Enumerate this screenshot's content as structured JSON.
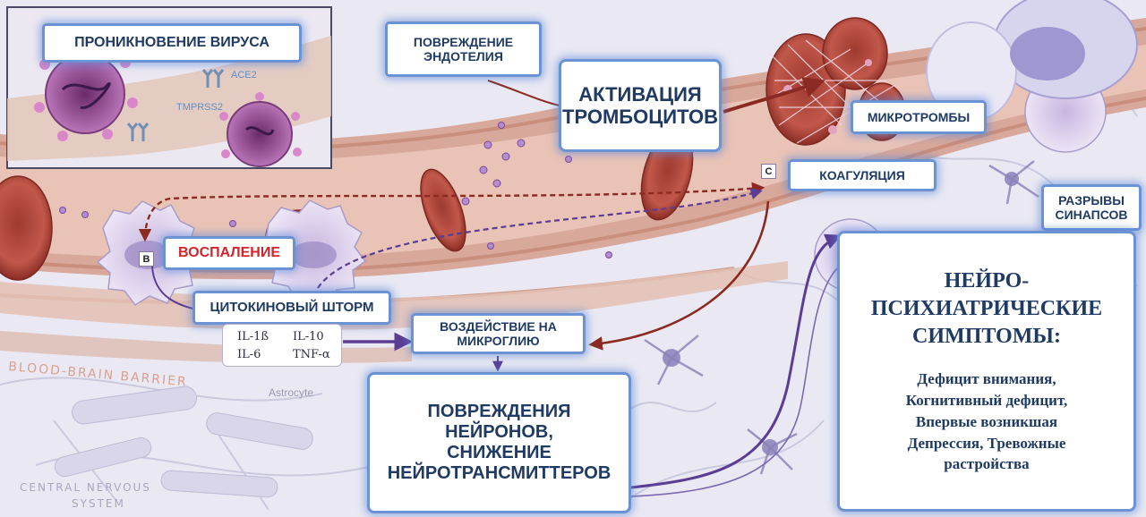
{
  "labels": {
    "virus_entry": "ПРОНИКНОВЕНИЕ ВИРУСА",
    "endothelial_damage": "ПОВРЕЖДЕНИЕ\nЭНДОТЕЛИЯ",
    "platelet_activation": "АКТИВАЦИЯ\nТРОМБОЦИТОВ",
    "microthrombi": "МИКРОТРОМБЫ",
    "coagulation": "КОАГУЛЯЦИЯ",
    "synapse_breaks": "РАЗРЫВЫ\nСИНАПСОВ",
    "inflammation": "ВОСПАЛЕНИЕ",
    "cytokine_storm": "ЦИТОКИНОВЫЙ ШТОРМ",
    "microglia_effect": "ВОЗДЕЙСТВИЕ НА\nМИКРОГЛИЮ",
    "neuron_damage": "ПОВРЕЖДЕНИЯ\nНЕЙРОНОВ,\nСНИЖЕНИЕ\nНЕЙРОТРАНСМИТТЕРОВ"
  },
  "symptoms": {
    "title": "НЕЙРО-\nПСИХИАТРИЧЕСКИЕ\nСИМПТОМЫ:",
    "list": "Дефицит внимания,\nКогнитивный дефицит,\nВпервые возникшая\nДепрессия, Тревожные\nрастройства"
  },
  "cytokines": [
    "IL-1ß",
    "IL-10",
    "IL-6",
    "TNF-α"
  ],
  "markers": {
    "b": "B",
    "c": "C"
  },
  "background_text": {
    "ace2": "ACE2",
    "tmprss2": "TMPRSS2",
    "bbb": "BLOOD-BRAIN BARRIER",
    "astrocyte": "Astrocyte",
    "cns_line1": "CENTRAL NERVOUS",
    "cns_line2": "SYSTEM"
  },
  "colors": {
    "label_border": "#6b93d4",
    "label_text": "#1f3a63",
    "inflammation_text": "#d4232b",
    "arrow_dark_red": "#8b2a22",
    "arrow_purple": "#5b3d94",
    "vessel": "#c99a8a",
    "rbc": "#b84a3c"
  }
}
